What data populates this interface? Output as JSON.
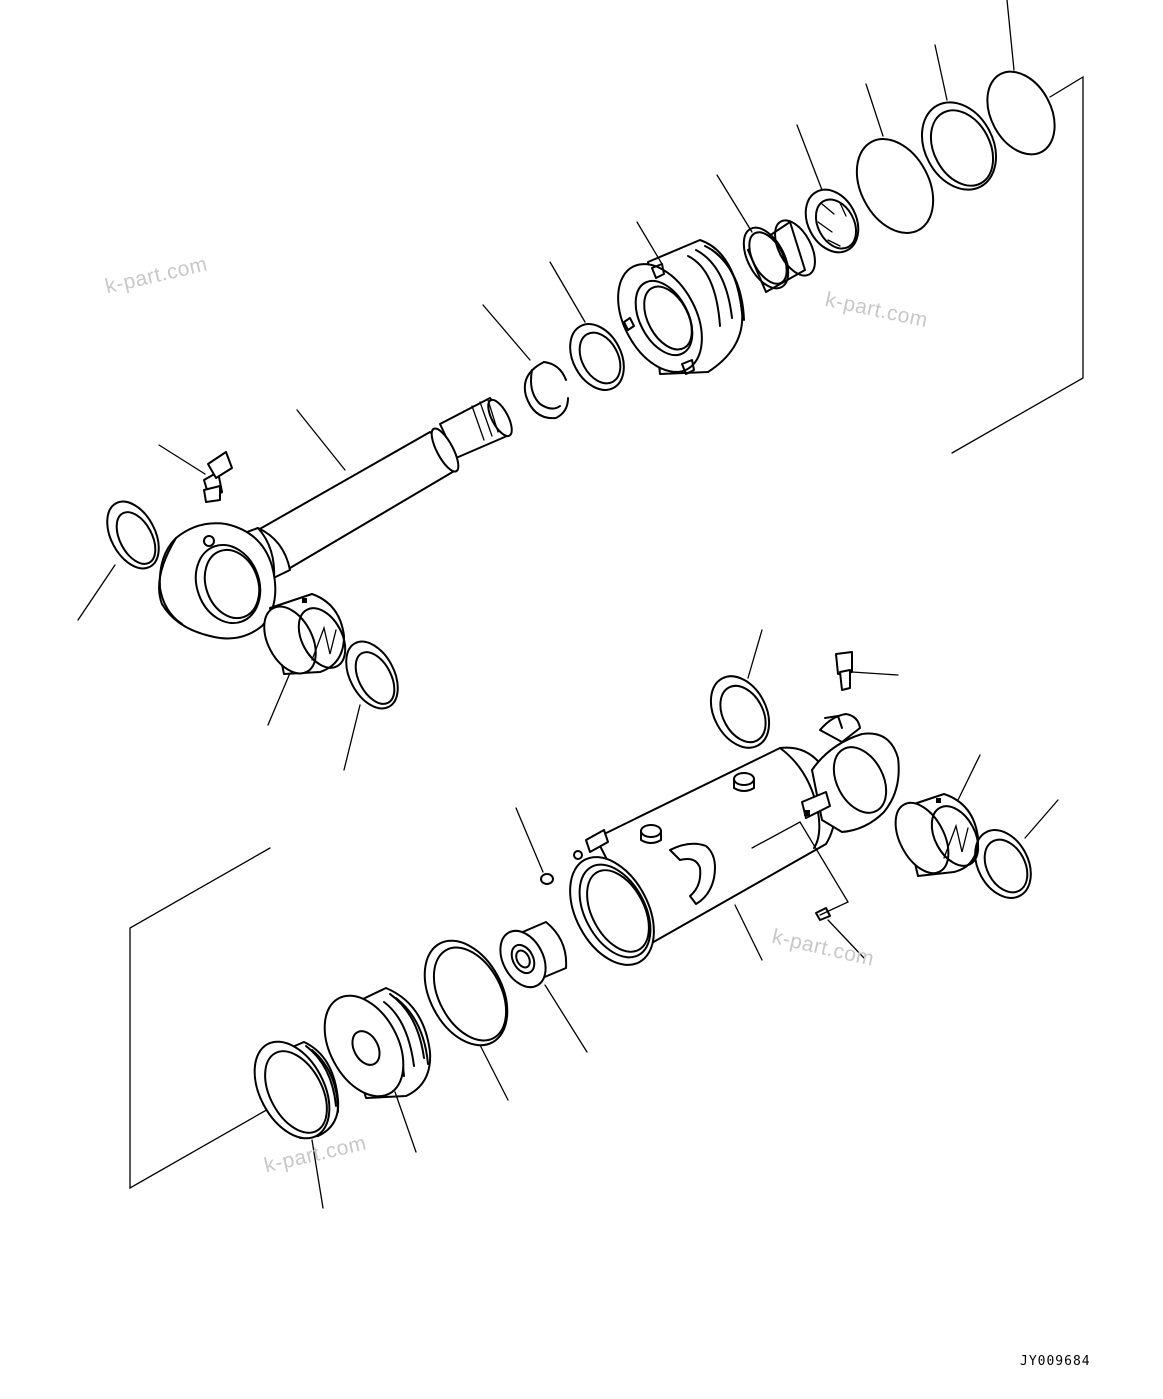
{
  "watermarks": [
    "k-part.com",
    "k-part.com",
    "k-part.com",
    "k-part.com"
  ],
  "drawing_id": "JY009684",
  "colors": {
    "line": "#000000",
    "background": "#ffffff",
    "watermark": "#c8c8c8"
  }
}
